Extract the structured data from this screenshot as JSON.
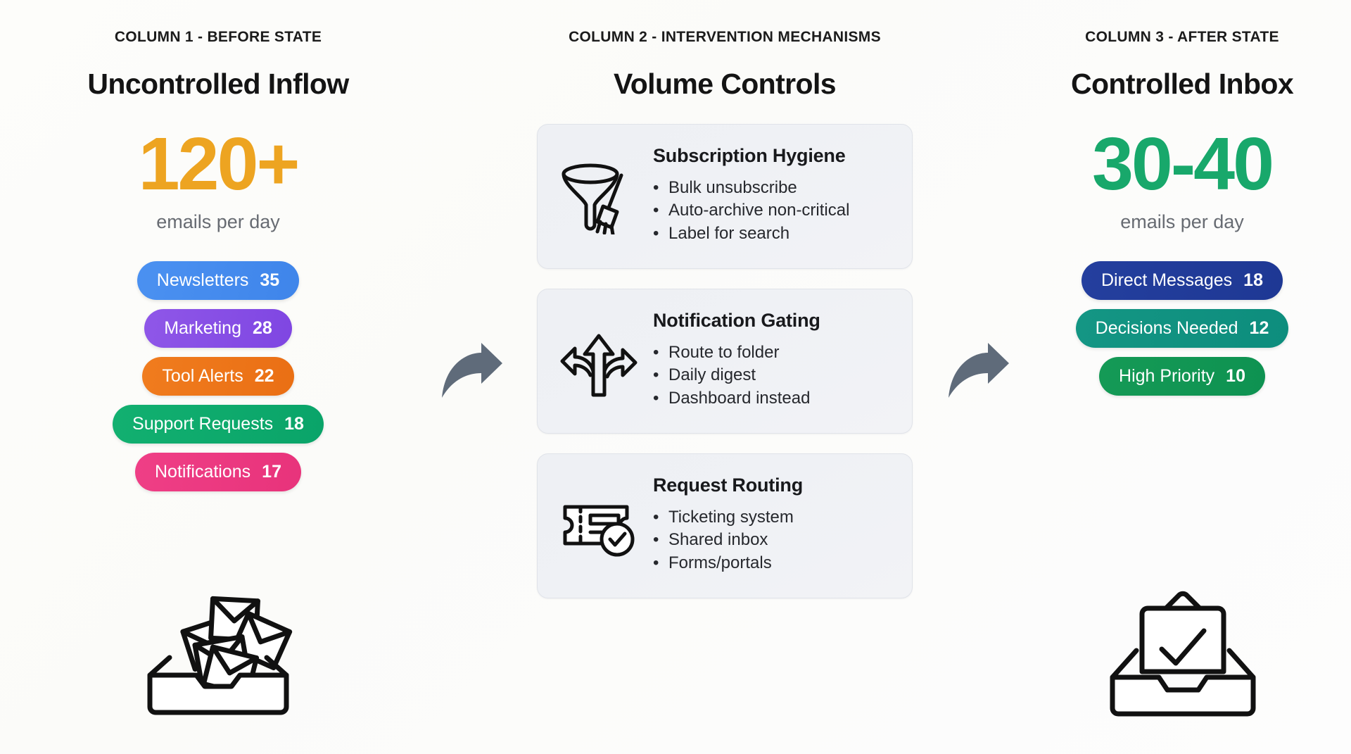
{
  "columns": {
    "before": {
      "kicker": "COLUMN 1 - BEFORE STATE",
      "title": "Uncontrolled Inflow",
      "metric": "120+",
      "metric_sub": "emails per day",
      "metric_color": "#eda421",
      "illustration": "overflowing-inbox-icon",
      "pills": [
        {
          "label": "Newsletters",
          "count": "35",
          "color": "#4b91f1"
        },
        {
          "label": "Marketing",
          "count": "28",
          "color": "#8f57e8"
        },
        {
          "label": "Tool Alerts",
          "count": "22",
          "color": "#f07c1e"
        },
        {
          "label": "Support Requests",
          "count": "18",
          "color": "#12b070"
        },
        {
          "label": "Notifications",
          "count": "17",
          "color": "#ef3f86"
        }
      ]
    },
    "middle": {
      "kicker": "COLUMN 2 - INTERVENTION MECHANISMS",
      "title": "Volume Controls",
      "cards": [
        {
          "title": "Subscription Hygiene",
          "icon": "funnel-broom-icon",
          "items": [
            "Bulk unsubscribe",
            "Auto-archive non-critical",
            "Label for search"
          ]
        },
        {
          "title": "Notification Gating",
          "icon": "three-way-arrow-icon",
          "items": [
            "Route to folder",
            "Daily digest",
            "Dashboard instead"
          ]
        },
        {
          "title": "Request Routing",
          "icon": "ticket-check-icon",
          "items": [
            "Ticketing system",
            "Shared inbox",
            "Forms/portals"
          ]
        }
      ]
    },
    "after": {
      "kicker": "COLUMN 3 - AFTER STATE",
      "title": "Controlled Inbox",
      "metric": "30-40",
      "metric_sub": "emails per day",
      "metric_color": "#18a86b",
      "illustration": "tidy-inbox-check-icon",
      "pills": [
        {
          "label": "Direct Messages",
          "count": "18",
          "color": "#243f9e"
        },
        {
          "label": "Decisions Needed",
          "count": "12",
          "color": "#149684"
        },
        {
          "label": "High Priority",
          "count": "10",
          "color": "#159a56"
        }
      ]
    }
  },
  "connectors": [
    {
      "name": "arrow-before-to-middle",
      "color": "#5f6b7a"
    },
    {
      "name": "arrow-middle-to-after",
      "color": "#5f6b7a"
    }
  ],
  "theme": {
    "background": "#fdfdfb",
    "card_background": "#eef0f4",
    "card_border": "#e0e3e9",
    "text_primary": "#141414",
    "text_muted": "#676b72",
    "arrow": "#5f6b7a"
  }
}
